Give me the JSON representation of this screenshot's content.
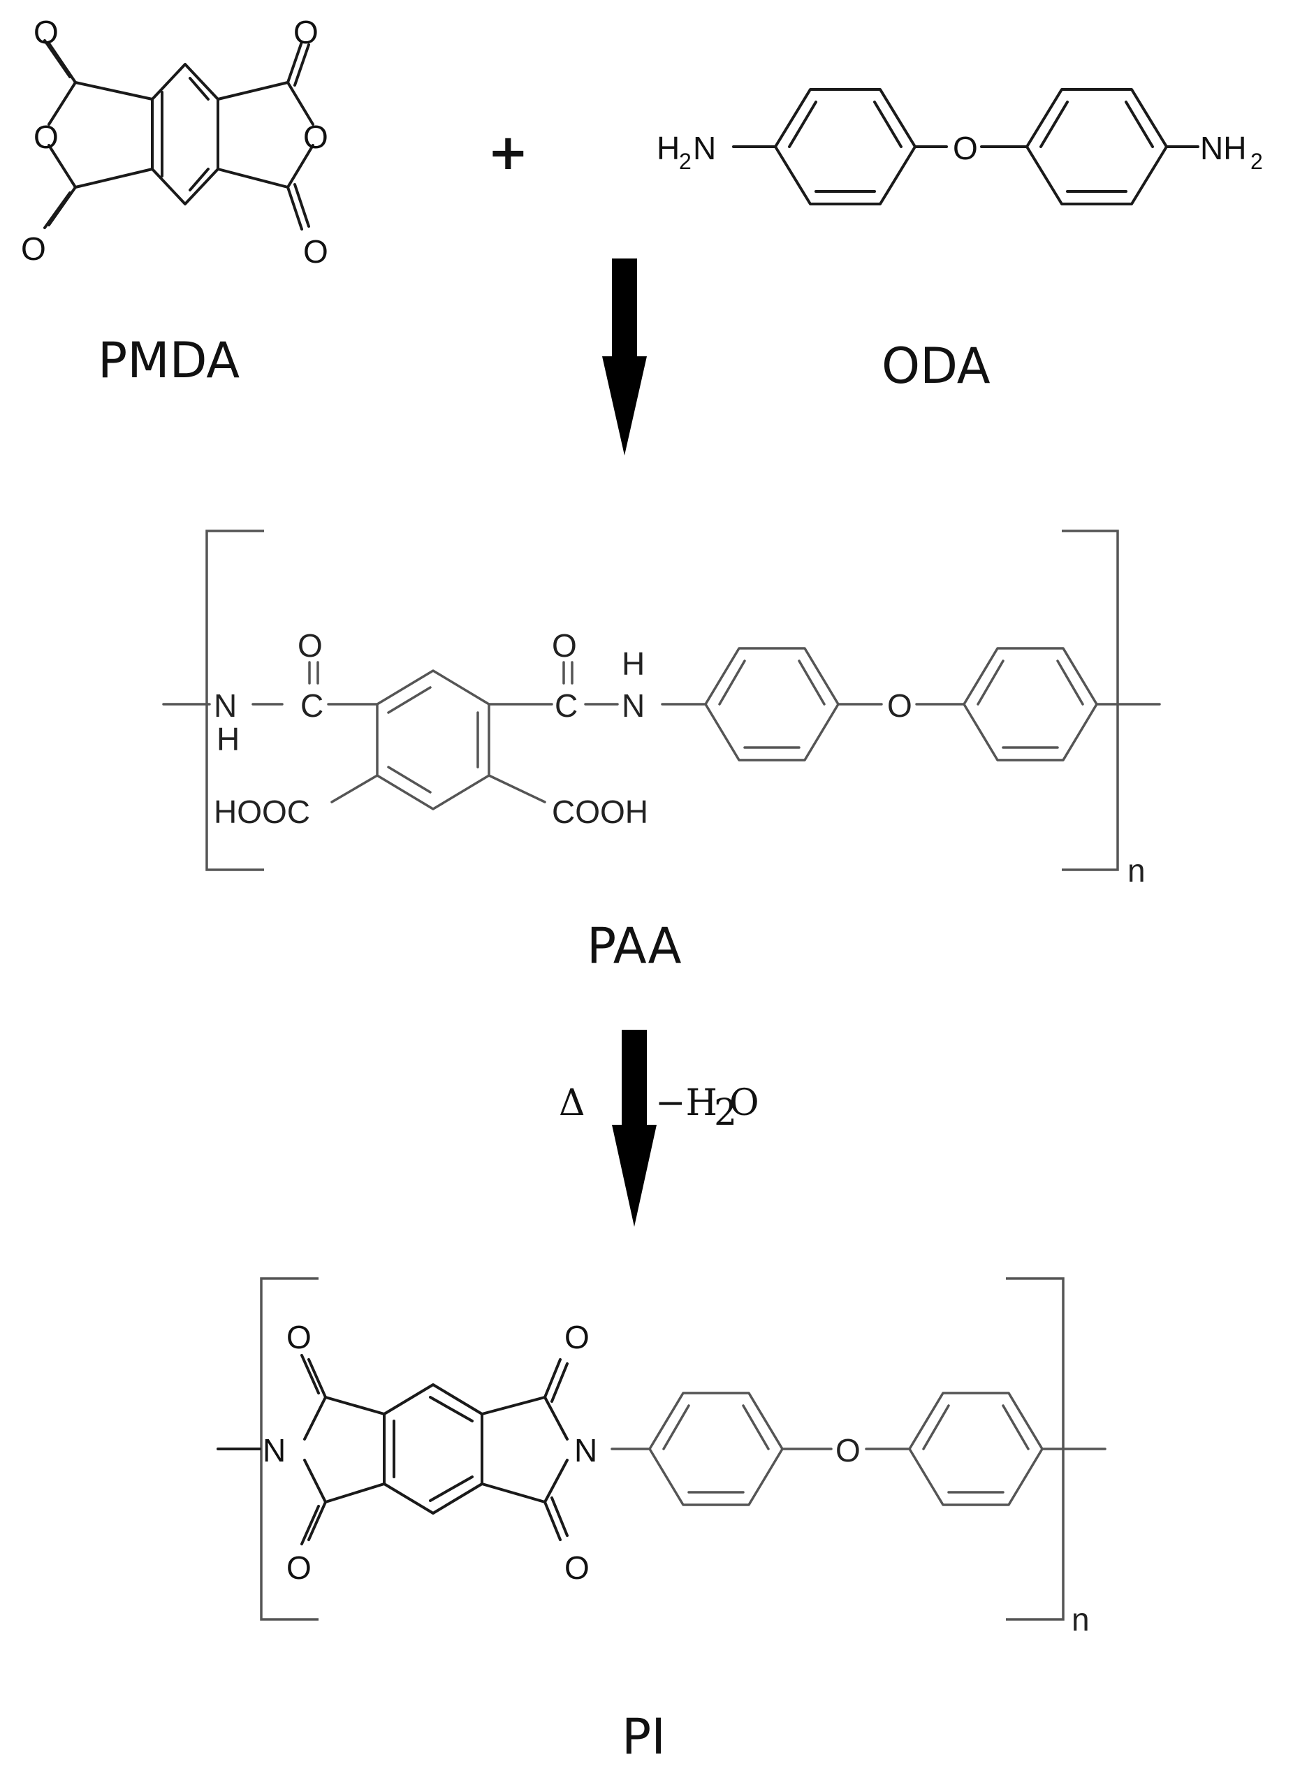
{
  "labels": {
    "pmda": "PMDA",
    "oda": "ODA",
    "paa": "PAA",
    "pi": "PI",
    "plus": "+"
  },
  "conditions": {
    "heat": "Δ",
    "water_loss": "−H",
    "water_sub": "2",
    "water_o": "O"
  },
  "atoms": {
    "O": "O",
    "N": "N",
    "C": "C",
    "H": "H",
    "n": "n",
    "H2N_h": "H",
    "H2N_sub": "2",
    "H2N_n": "N",
    "NH2_n": "NH",
    "NH2_sub": "2",
    "HOOC": "HOOC",
    "COOH": "COOH"
  }
}
